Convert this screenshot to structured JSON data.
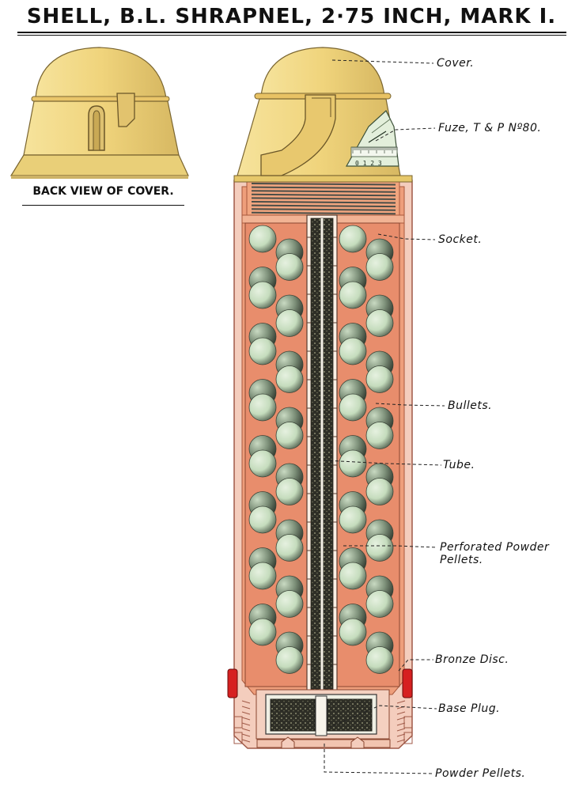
{
  "title": "SHELL, B.L. SHRAPNEL, 2·75 INCH, MARK I.",
  "back_view_caption": "BACK VIEW OF COVER.",
  "fuze_scale_digits": "0 1 2 3",
  "labels": {
    "cover": "Cover.",
    "fuze": "Fuze, T & P Nº80.",
    "socket": "Socket.",
    "bullets": "Bullets.",
    "tube": "Tube.",
    "perforated_line1": "Perforated Powder",
    "perforated_line2": "Pellets.",
    "bronze_disc": "Bronze Disc.",
    "base_plug": "Base Plug.",
    "powder_pellets": "Powder Pellets."
  },
  "colors": {
    "cover": "#f0d884",
    "body_outer": "#f2c7b6",
    "body_inner": "#ec9a76",
    "bullet": "#cfe3c8",
    "bullet_shadow": "#5a6a58",
    "powder": "#3c3c30",
    "band": "#d62020",
    "fuze": "#e4efdc"
  }
}
